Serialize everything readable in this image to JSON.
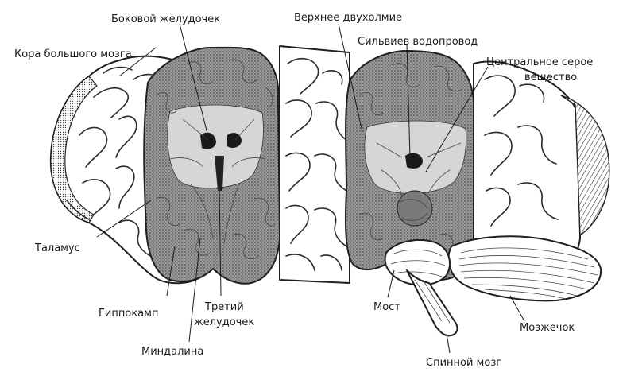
{
  "labels": {
    "lateral_ventricle": "Боковой желудочек",
    "cortex": "Кора большого мозга",
    "superior_colliculus": "Верхнее двухолмие",
    "aqueduct": "Сильвиев водопровод",
    "central_gray_1": "Центральное серое",
    "central_gray_2": "вещество",
    "thalamus": "Таламус",
    "hippocampus": "Гиппокамп",
    "third_ventricle_1": "Третий",
    "third_ventricle_2": "желудочек",
    "amygdala": "Миндалина",
    "pons": "Мост",
    "cerebellum": "Мозжечок",
    "spinal_cord": "Спинной мозг"
  },
  "colors": {
    "ink": "#1f1f1f",
    "section_fill": "#8c8c8c",
    "background": "#ffffff"
  }
}
